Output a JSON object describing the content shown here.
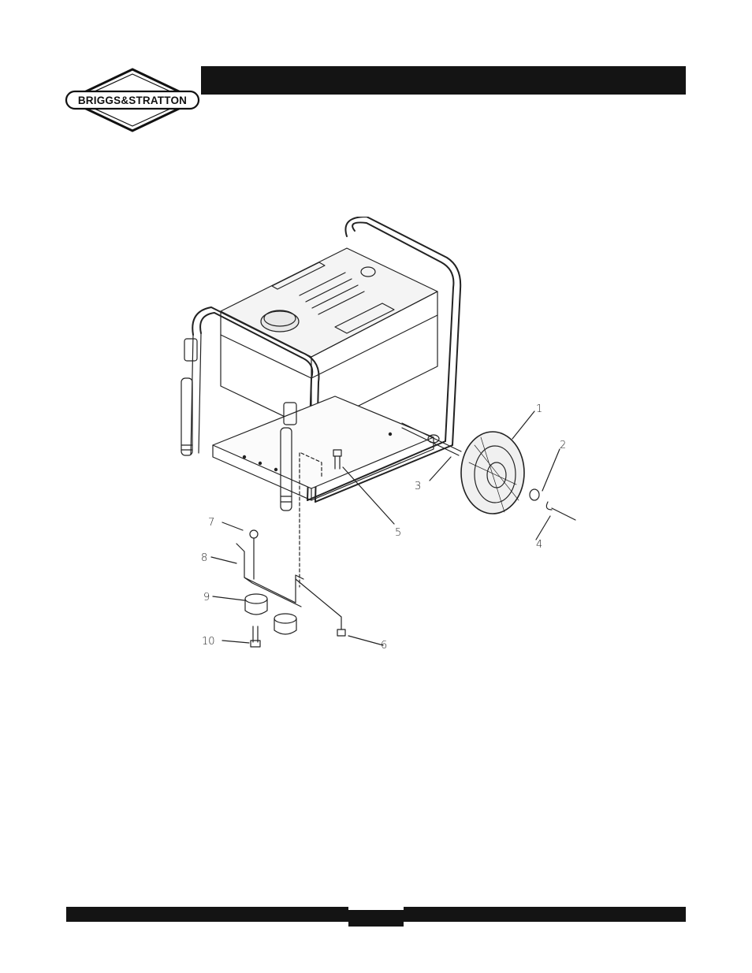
{
  "brand": {
    "logo_text": "BRIGGS&STRATTON"
  },
  "diagram": {
    "callouts": [
      {
        "id": "c1",
        "label": "1"
      },
      {
        "id": "c2",
        "label": "2"
      },
      {
        "id": "c3",
        "label": "3"
      },
      {
        "id": "c4",
        "label": "4"
      },
      {
        "id": "c5",
        "label": "5"
      },
      {
        "id": "c6",
        "label": "6"
      },
      {
        "id": "c7",
        "label": "7"
      },
      {
        "id": "c8",
        "label": "8"
      },
      {
        "id": "c9",
        "label": "9"
      },
      {
        "id": "c10",
        "label": "10"
      }
    ]
  },
  "colors": {
    "bar": "#141414",
    "line": "#222222"
  }
}
